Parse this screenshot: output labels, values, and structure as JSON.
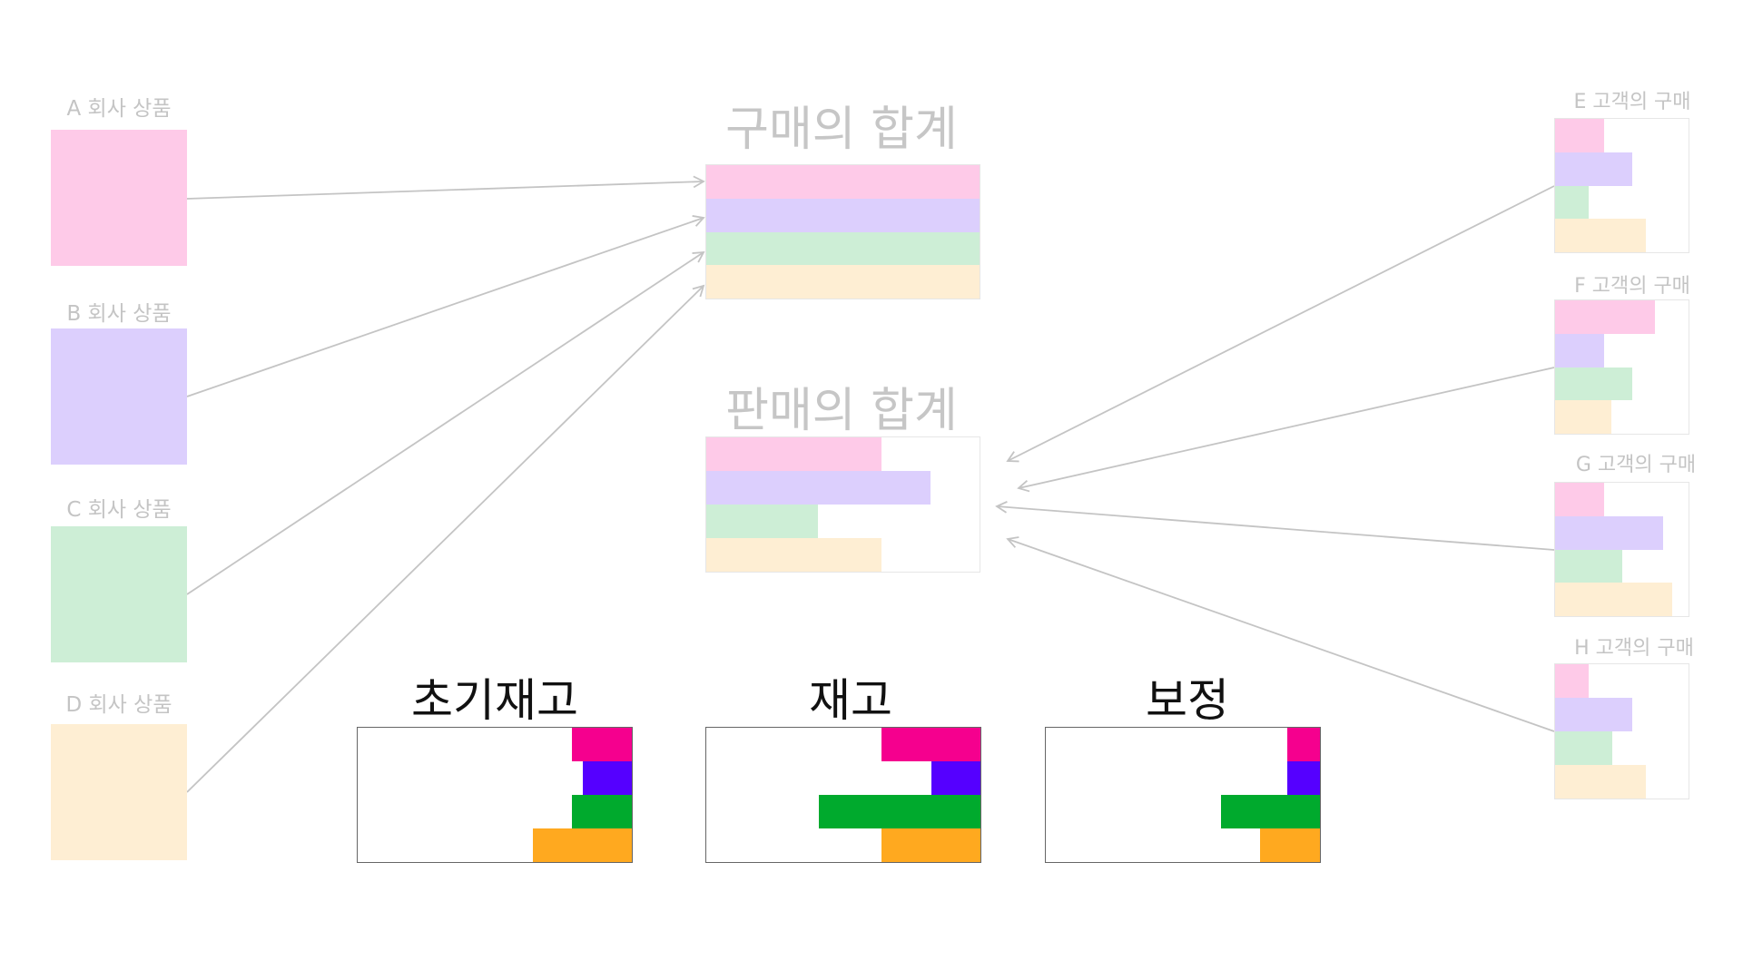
{
  "colors": {
    "light": [
      "#fecae8",
      "#dccffd",
      "#cdeed6",
      "#feeed3"
    ],
    "strong": [
      "#f5008e",
      "#5500ff",
      "#00aa2d",
      "#ffa91f"
    ],
    "arrow": "#c4c4c4",
    "light_border": "#e6e6e6",
    "strong_border": "#666666"
  },
  "suppliers": [
    {
      "label": "A 회사 상품",
      "color": 0
    },
    {
      "label": "B 회사 상품",
      "color": 1
    },
    {
      "label": "C 회사 상품",
      "color": 2
    },
    {
      "label": "D 회사 상품",
      "color": 3
    }
  ],
  "purchase_total": {
    "title": "구매의 합계",
    "values": [
      1,
      1,
      1,
      1
    ]
  },
  "sales_total": {
    "title": "판매의 합계",
    "values": [
      0.64,
      0.82,
      0.41,
      0.64
    ]
  },
  "customers": [
    {
      "label": "E 고객의 구매",
      "values": [
        0.37,
        0.58,
        0.25,
        0.68
      ]
    },
    {
      "label": "F 고객의 구매",
      "values": [
        0.75,
        0.37,
        0.58,
        0.42
      ]
    },
    {
      "label": "G 고객의 구매",
      "values": [
        0.37,
        0.81,
        0.5,
        0.88
      ]
    },
    {
      "label": "H 고객의 구매",
      "values": [
        0.25,
        0.58,
        0.43,
        0.68
      ]
    }
  ],
  "inventory": [
    {
      "label": "초기재고",
      "values": [
        0.22,
        0.18,
        0.22,
        0.36
      ]
    },
    {
      "label": "재고",
      "values": [
        0.36,
        0.18,
        0.59,
        0.36
      ]
    },
    {
      "label": "보정",
      "values": [
        0.12,
        0.12,
        0.36,
        0.22
      ]
    }
  ]
}
